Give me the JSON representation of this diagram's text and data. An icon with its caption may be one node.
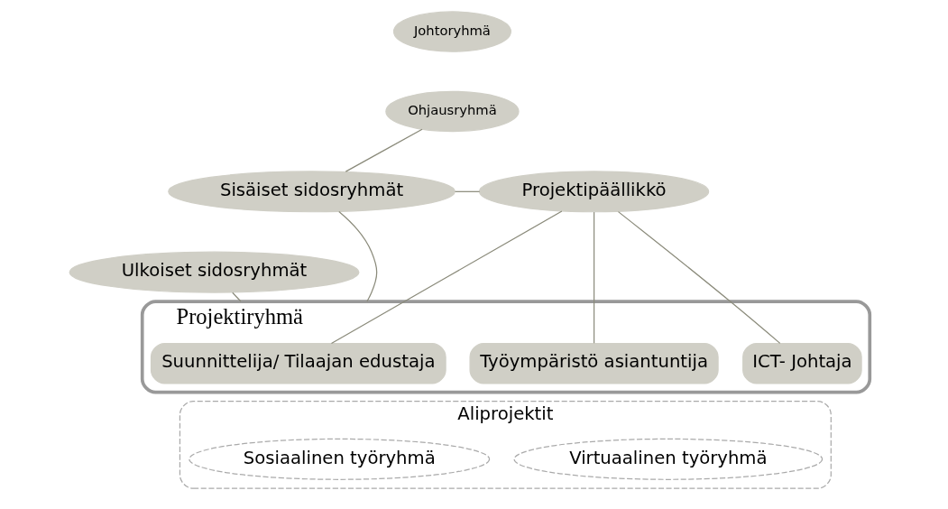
{
  "diagram": {
    "nodes": [
      {
        "text": [
          "Johtoryhmä"
        ]
      },
      {
        "text": [
          "Ohjausryhmä"
        ]
      },
      {
        "text": [
          "Sisäiset sidosryhmät"
        ]
      },
      {
        "text": [
          "Projektipäällikkö"
        ]
      },
      {
        "text": [
          "Projektiryhmä"
        ]
      },
      {
        "text": [
          "Ulkoiset sidosryhmät"
        ]
      },
      {
        "text": [
          "Suunnittelija/ Tilaajan edustaja"
        ],
        "in": 4
      },
      {
        "text": [
          "Työympäristö asiantuntija"
        ],
        "in": 4
      },
      {
        "text": [
          "ICT- Johtaja"
        ],
        "in": 4
      },
      {
        "text": [
          "Aliprojektit"
        ]
      },
      {
        "text": [
          "Sosiaalinen työryhmä"
        ],
        "in": 9
      },
      {
        "text": [
          "Virtuaalinen työryhmä"
        ],
        "in": 9
      }
    ],
    "edges": [
      {
        "from": 2,
        "to": 1,
        "arrow": "none"
      },
      {
        "from": 2,
        "to": 3,
        "arrow": "none"
      },
      {
        "from": 2,
        "to": 4,
        "arrow": "none"
      },
      {
        "from": 5,
        "to": 4,
        "arrow": "none"
      },
      {
        "from": 3,
        "to": 6,
        "arrow": "none"
      },
      {
        "from": 3,
        "to": 7,
        "arrow": "none"
      },
      {
        "from": 3,
        "to": 8,
        "arrow": "none"
      }
    ]
  }
}
